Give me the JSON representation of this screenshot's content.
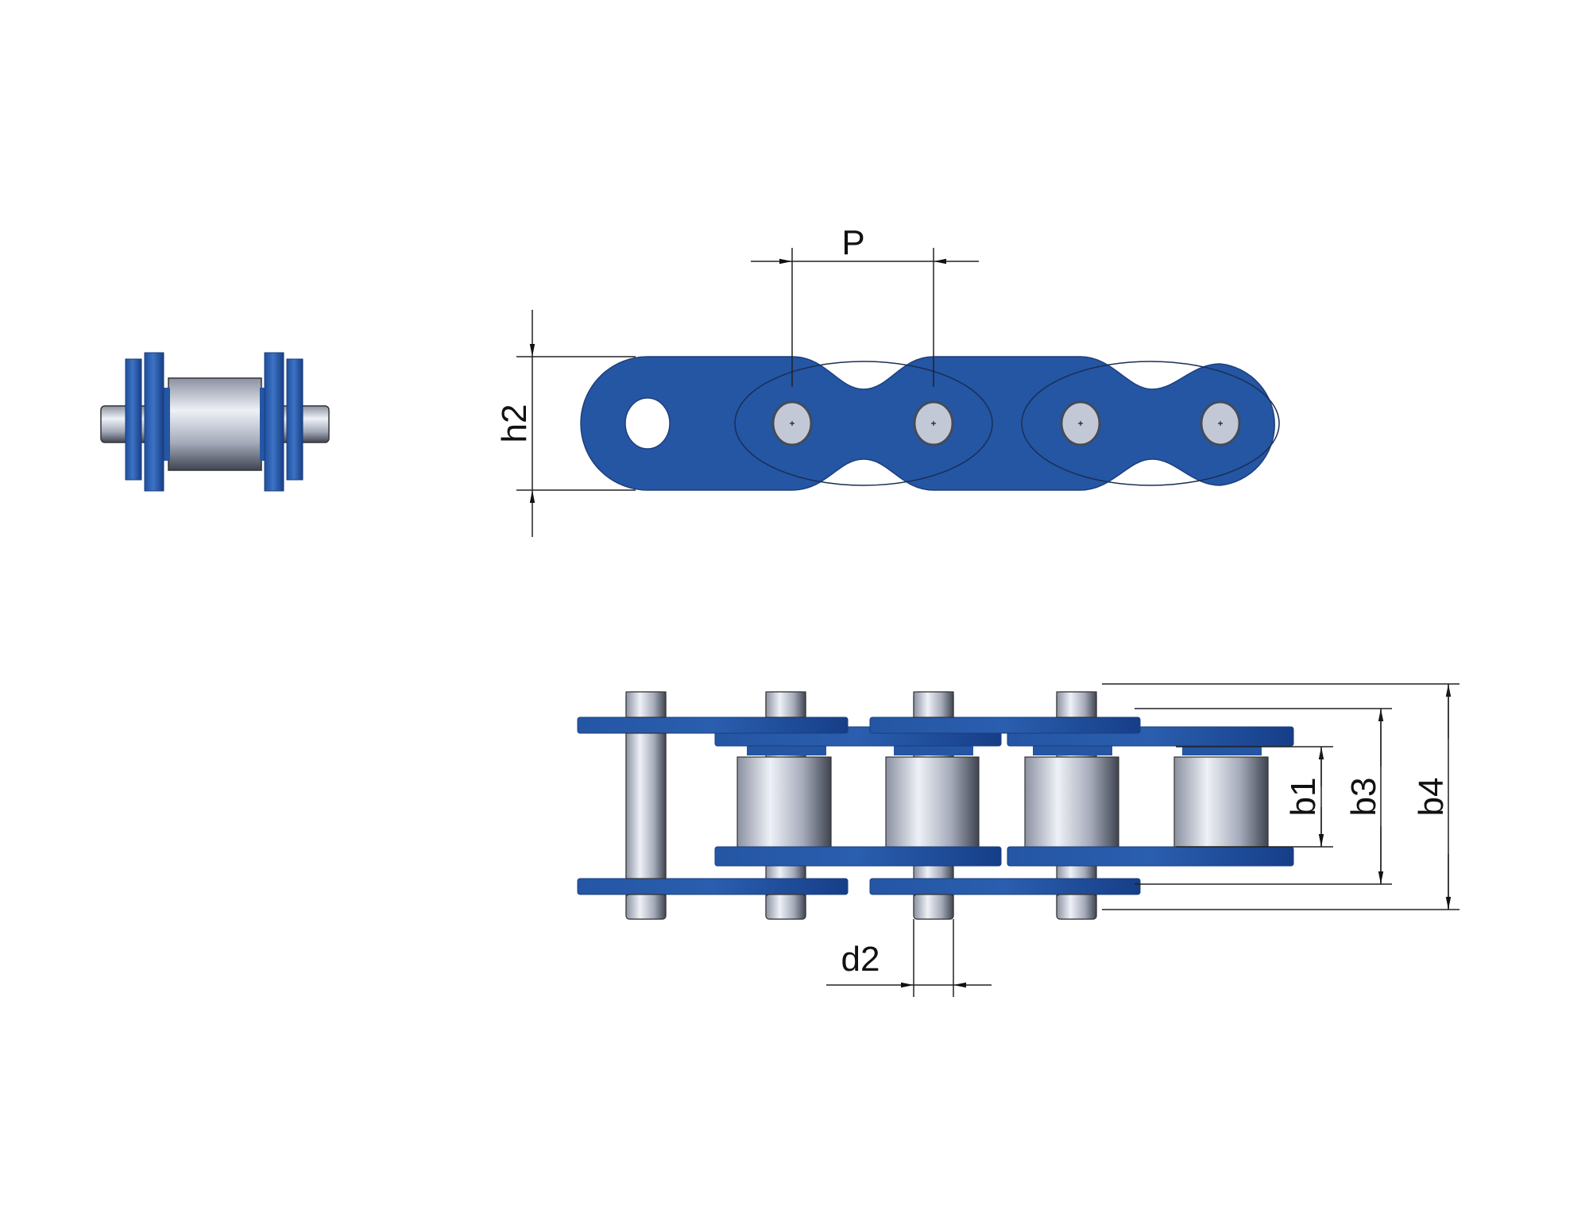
{
  "diagram": {
    "subject": "Roller chain",
    "views": [
      "side-view",
      "top-view",
      "plan-view"
    ],
    "colors": {
      "plate_blue": "#2456a4",
      "plate_blue_dark": "#173f86",
      "plate_blue_light": "#3b6fc0",
      "pin_light": "#dfe3ec",
      "pin_mid": "#a7adbd",
      "pin_dark": "#4a4f5c",
      "line": "#333333"
    },
    "dimensions": {
      "pitch": "P",
      "plate_height": "h2",
      "inner_width": "b1",
      "inner_plate_outer_width": "b3",
      "pin_length": "b4",
      "pin_diameter": "d2"
    }
  }
}
